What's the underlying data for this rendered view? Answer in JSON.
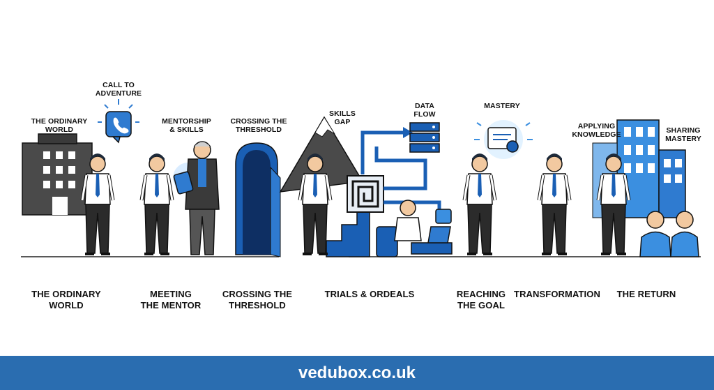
{
  "top_labels": {
    "ordinary_world": "THE ORDINARY\nWORLD",
    "call_to_adventure": "CALL TO\nADVENTURE",
    "mentorship": "MENTORSHIP\n& SKILLS",
    "crossing": "CROSSING THE\nTHRESHOLD",
    "skills_gap": "SKILLS\nGAP",
    "data_flow": "DATA\nFLOW",
    "mastery": "MASTERY",
    "applying": "APPLYING\nKNOWLEDGE",
    "sharing": "SHARING\nMASTERY"
  },
  "stages": [
    "THE ORDINARY\nWORLD",
    "MEETING\nTHE MENTOR",
    "CROSSING THE\nTHRESHOLD",
    "TRIALS & ORDEALS",
    "REACHING\nTHE GOAL",
    "TRANSFORMATION",
    "THE RETURN"
  ],
  "footer": {
    "site": "vedubox.co.uk"
  },
  "colors": {
    "accent": "#1a5fb4",
    "light_blue": "#3b8fe0",
    "dark": "#2b2b2b",
    "footer": "#2a6db0"
  }
}
